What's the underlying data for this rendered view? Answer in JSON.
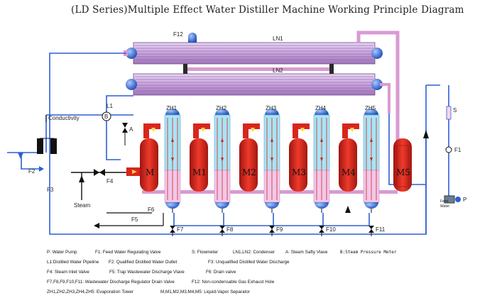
{
  "title": "(LD Series)Multiple Effect Water Distiller Machine Working Principle Diagram",
  "labels": {
    "f12": "F12",
    "ln1": "LN1",
    "ln2": "LN2",
    "l1": "L1",
    "b": "B",
    "a": "A",
    "conductivity": "Conductivity",
    "f2": "F2",
    "f3": "F3",
    "f4": "F4",
    "steam": "Steam",
    "f5": "F5",
    "f6": "F6",
    "s": "S",
    "f1": "F1",
    "p": "P",
    "feed_water": "Feed\nWater",
    "feed": "Feed",
    "water": "Water",
    "f7": "F7",
    "f8": "F8",
    "f9": "F9",
    "f10": "F10",
    "f11": "F11"
  },
  "towers": [
    "ZH1",
    "ZH2",
    "ZH3",
    "ZH4",
    "ZH5"
  ],
  "separators": [
    "M",
    "M1",
    "M2",
    "M3",
    "M4",
    "M5"
  ],
  "legend": {
    "p": "P: Water Pump",
    "f1": "F1: Feed Water Regulating Valve",
    "s": "S: Flowmeter",
    "ln": "LN1,LN2: Condenser",
    "a": "A: Steam Safty Vlave",
    "b": "B:Steam Pressure Meter",
    "l1": "L1:Distilled Water Pipeline",
    "f2": "F2: Qualified Distilled Water Outlet",
    "f3": "F3: Unqualified Distilled Water Discharge",
    "f4": "F4: Steam Inlet Valve",
    "f5": "F5: Trap Wastewater Discharge Vlave",
    "f6": "F6: Drain valve",
    "f7": "F7,F8,F9,F10,F11: Wastewater Discharge Regulator Drain Valve",
    "f12": "F12: Non-condensable Gas Exhaust Hole",
    "zh": "ZH1,ZH2,ZH3,ZH4,ZH5: Evaporation Tower",
    "m": "M,M1,M2,M3,M4,M5: Liquid-Vapor Separator"
  },
  "colors": {
    "condenser": "#c8a6dd",
    "pipe_pink": "#d99ad2",
    "steam_red": "#d8261c",
    "water_blue": "#2f5fd6",
    "cap_blue": "#3c78d8",
    "tower_cyan": "#a8e4f5"
  }
}
